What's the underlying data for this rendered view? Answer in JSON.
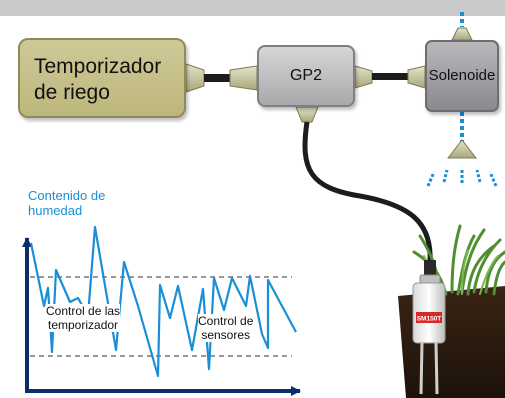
{
  "blocks": {
    "timer": "Temporizador\nde riego",
    "gp2": "GP2",
    "solenoid": "Solenoide"
  },
  "chart": {
    "ylabel": "Contenido de\nhumedad",
    "label_timer": "Control de las\ntemporizador",
    "label_sensor": "Control de\nsensores"
  },
  "sensor_label": "SM150T",
  "colors": {
    "timer_fill": "#c4be86",
    "water": "#1a8fd6",
    "cable": "#222222"
  }
}
